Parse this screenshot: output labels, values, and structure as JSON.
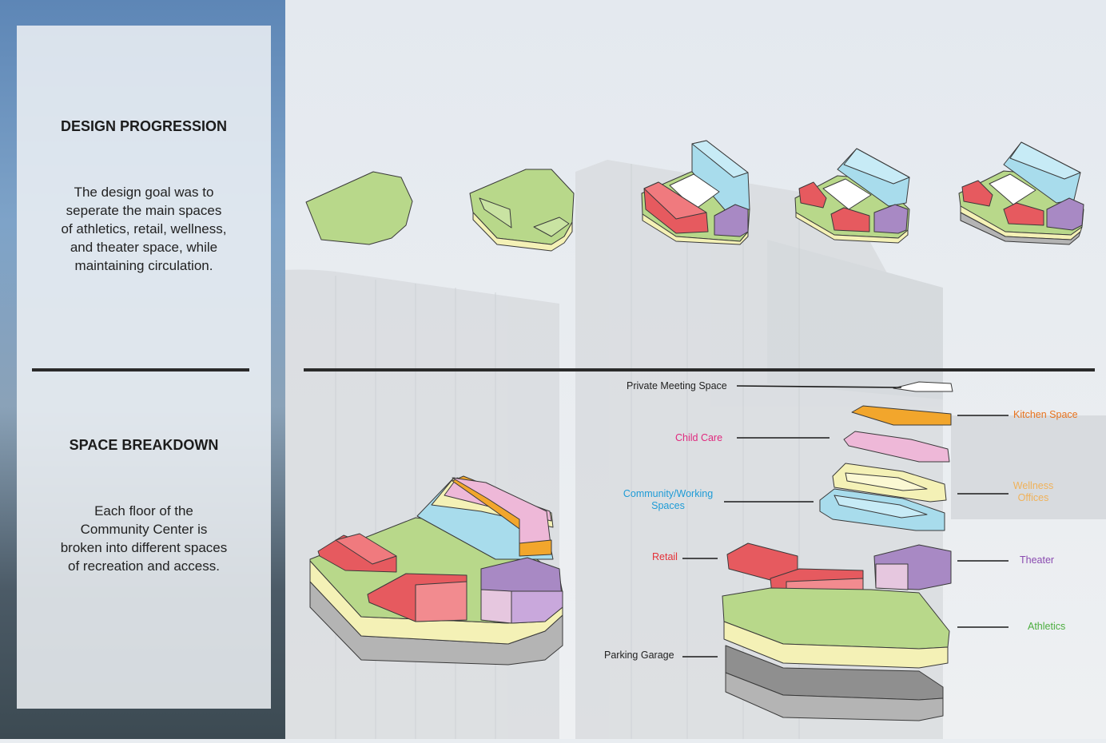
{
  "design_progression": {
    "heading": "DESIGN PROGRESSION",
    "lines": [
      "The design goal was to",
      "seperate the main spaces",
      "of athletics, retail, wellness,",
      "and theater space, while",
      "maintaining circulation."
    ]
  },
  "space_breakdown": {
    "heading": "SPACE BREAKDOWN",
    "lines": [
      "Each floor of the",
      "Community Center is",
      "broken into different spaces",
      "of recreation and access."
    ]
  },
  "labels": {
    "private_meeting": "Private Meeting Space",
    "kitchen": "Kitchen Space",
    "child_care": "Child Care",
    "community_line1": "Community/Working",
    "community_line2": "Spaces",
    "wellness_line1": "Wellness",
    "wellness_line2": "Offices",
    "retail": "Retail",
    "theater": "Theater",
    "athletics": "Athletics",
    "parking": "Parking Garage"
  },
  "colors": {
    "athletics": "#b8d88a",
    "retail": "#e65a5f",
    "theater": "#a889c4",
    "community": "#a8dcec",
    "wellness": "#f4f1b6",
    "child_care": "#eeb8d8",
    "kitchen": "#f2a62c",
    "parking": "#b4b4b4",
    "label_kitchen": "#e8731e",
    "label_child": "#e0297e",
    "label_community": "#1e9bd6",
    "label_wellness": "#f0b25a",
    "label_retail": "#e53138",
    "label_theater": "#8a4bb0",
    "label_athletics": "#4cae3f",
    "label_dark": "#222222"
  }
}
